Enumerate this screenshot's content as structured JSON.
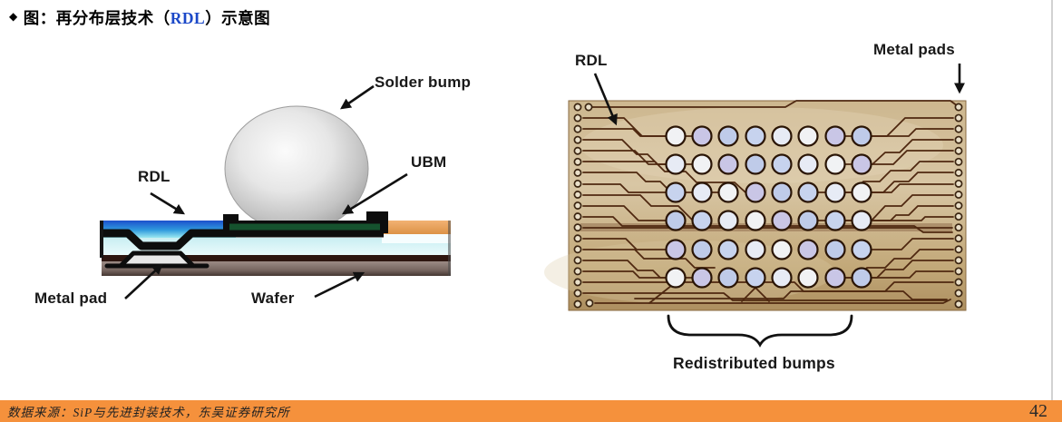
{
  "title": {
    "bullet": "◆",
    "prefix": "图：再分布层技术（",
    "highlight": "RDL",
    "suffix": "）示意图"
  },
  "left_diagram": {
    "labels": {
      "solder_bump": "Solder bump",
      "ubm": "UBM",
      "rdl": "RDL",
      "metal_pad": "Metal pad",
      "wafer": "Wafer"
    }
  },
  "right_diagram": {
    "labels": {
      "rdl": "RDL",
      "metal_pads": "Metal pads",
      "redistributed_bumps": "Redistributed bumps"
    }
  },
  "footer": {
    "source": "数据来源：SiP与先进封装技术，东吴证券研究所",
    "page_number": "42"
  },
  "colors": {
    "accent_orange_bar": "#F5913C",
    "title_highlight_blue": "#1B48C8",
    "board_tan": "#CDB78F",
    "trace_brown": "#4F2810",
    "pad_ring": "#3A2410",
    "pad_fill": "#E9DFC9",
    "bump_ring": "#2A1505",
    "bump_fills": [
      "#F1F2F4",
      "#C7D3EE",
      "#C9C6E6",
      "#E7EBF5",
      "#BFCBE9"
    ],
    "ubm_green": "#15522E",
    "divider_gray": "#C6C6C6"
  }
}
